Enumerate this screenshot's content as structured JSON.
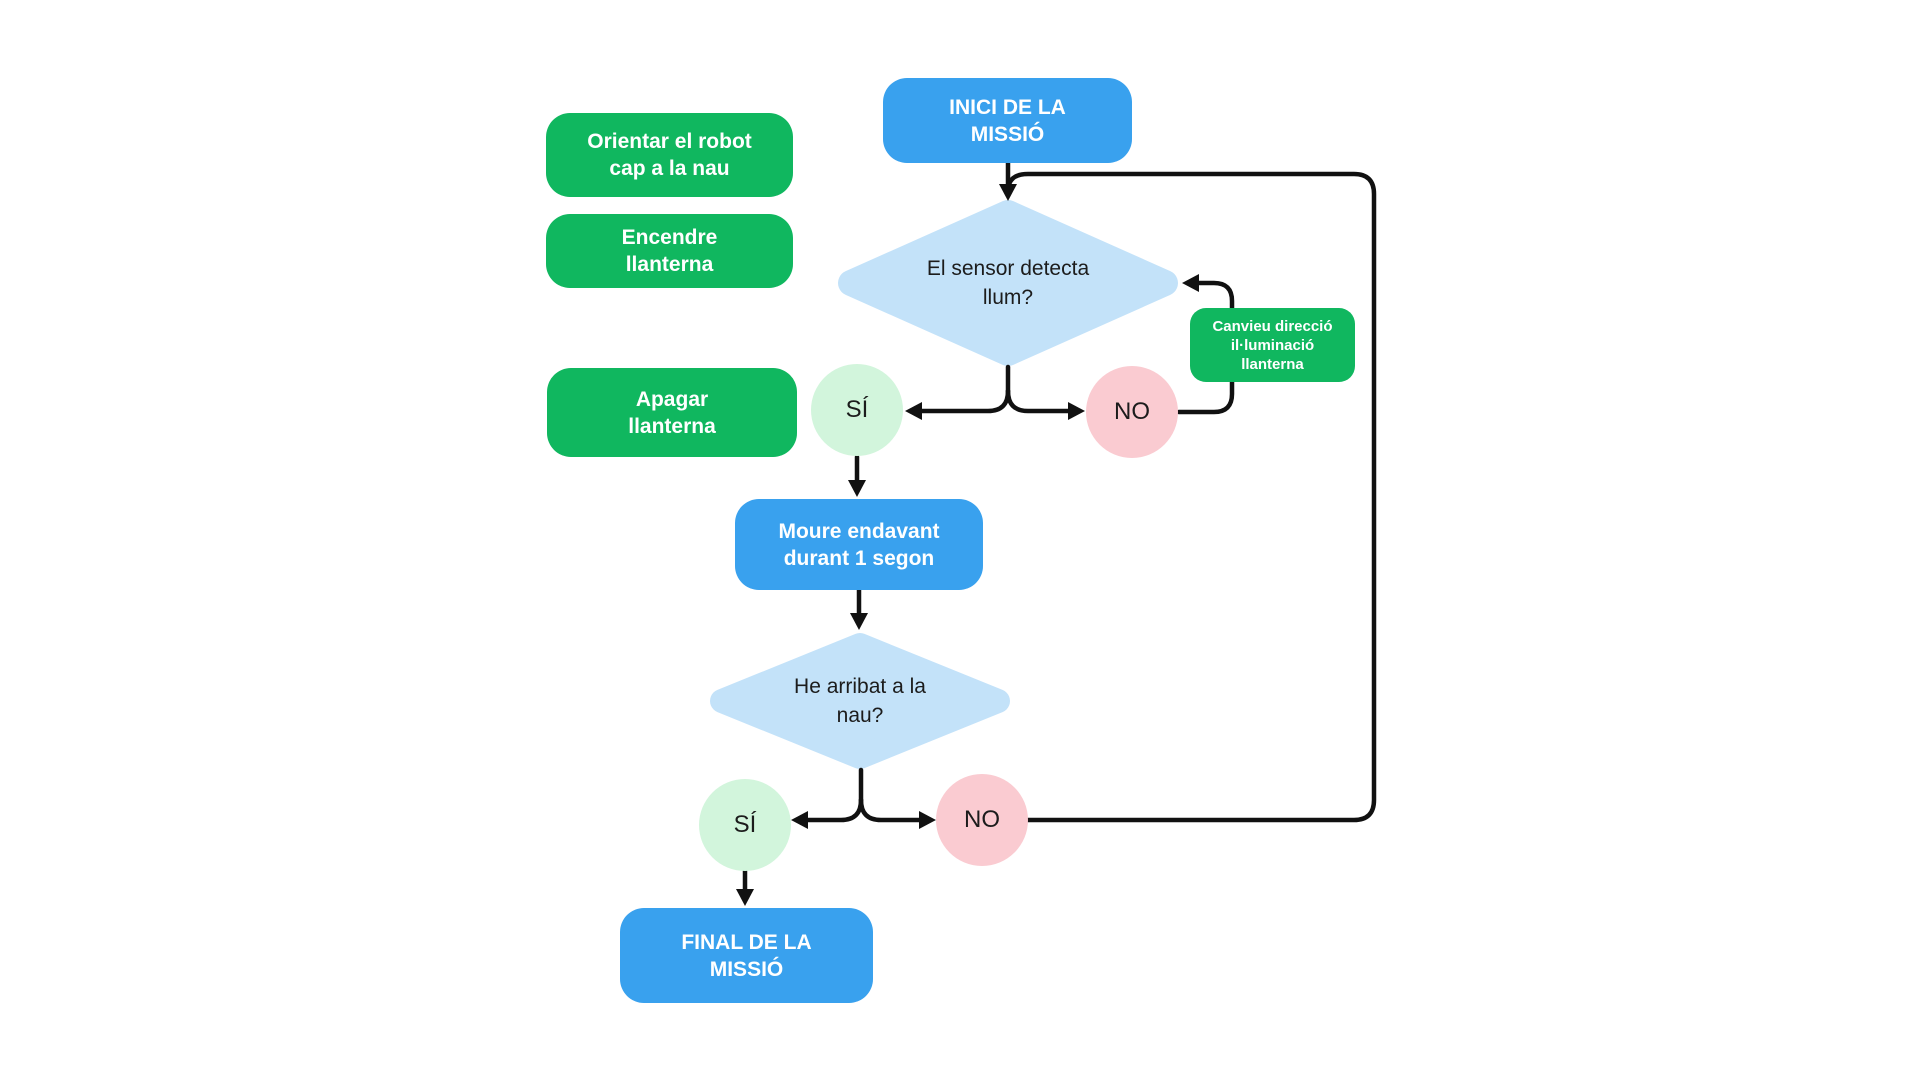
{
  "palette": {
    "blue": "#39A1EE",
    "green": "#10B75F",
    "light_blue": "#C3E2F9",
    "light_green": "#D2F5DC",
    "pink": "#FACBD1",
    "line": "#111111",
    "dark_text": "#1C1C1C",
    "white_text": "#FFFFFF"
  },
  "nodes": {
    "start": {
      "label": "INICI DE LA\nMISSIÓ"
    },
    "orientar": {
      "label": "Orientar el robot\ncap a la nau"
    },
    "encendre": {
      "label": "Encendre\nllanterna"
    },
    "apagar": {
      "label": "Apagar\nllanterna"
    },
    "decision1": {
      "label": "El sensor detecta\nllum?"
    },
    "canvieu": {
      "label": "Canvieu direcció\nil·luminació\nllanterna"
    },
    "yes1": {
      "label": "SÍ"
    },
    "no1": {
      "label": "NO"
    },
    "moure": {
      "label": "Moure endavant\ndurant 1 segon"
    },
    "decision2": {
      "label": "He arribat a la\nnau?"
    },
    "yes2": {
      "label": "SÍ"
    },
    "no2": {
      "label": "NO"
    },
    "end": {
      "label": "FINAL DE LA\nMISSIÓ"
    }
  }
}
